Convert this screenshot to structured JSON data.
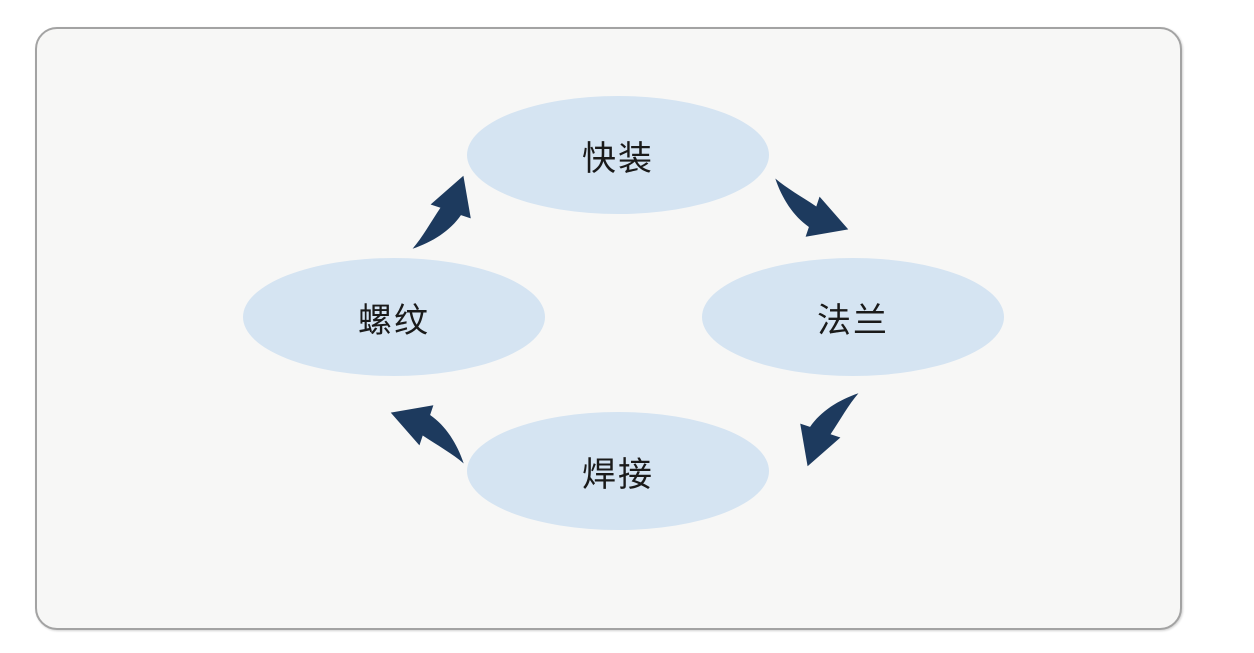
{
  "diagram": {
    "type": "cycle",
    "direction": "clockwise",
    "nodes": [
      {
        "id": "top",
        "label": "快装"
      },
      {
        "id": "right",
        "label": "法兰"
      },
      {
        "id": "bottom",
        "label": "焊接"
      },
      {
        "id": "left",
        "label": "螺纹"
      }
    ],
    "arrows": [
      {
        "name": "arrow-top-right",
        "from": "快装",
        "to": "法兰"
      },
      {
        "name": "arrow-bottom-right",
        "from": "法兰",
        "to": "焊接"
      },
      {
        "name": "arrow-bottom-left",
        "from": "焊接",
        "to": "螺纹"
      },
      {
        "name": "arrow-top-left",
        "from": "螺纹",
        "to": "快装"
      }
    ],
    "colors": {
      "node_fill": "#d5e4f2",
      "arrow": "#1d3a5e",
      "text": "#1a1a1a",
      "frame_bg": "#f7f7f6",
      "frame_border": "#a3a3a3"
    }
  }
}
